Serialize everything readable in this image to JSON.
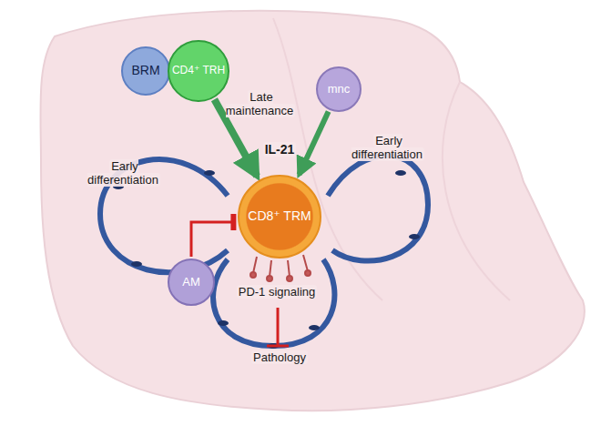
{
  "diagram": {
    "nodes": [
      {
        "text": [
          "BRM"
        ]
      },
      {
        "text": [
          "CD4⁺ TRH"
        ]
      },
      {
        "text": [
          "mnc"
        ]
      },
      {
        "text": [
          "AM"
        ]
      },
      {
        "text": [
          "CD8⁺ TRM"
        ]
      }
    ],
    "edges": [
      {
        "from": 1,
        "to": 4,
        "arrow": "to",
        "label": "Late maintenance"
      },
      {
        "from": 2,
        "to": 4,
        "arrow": "to",
        "label": "Early differentiation"
      },
      {
        "from": 3,
        "to": 4,
        "arrow": "to",
        "label": "Early differentiation"
      }
    ],
    "labels": [
      "IL-21",
      "PD-1 signaling",
      "Pathology"
    ]
  }
}
